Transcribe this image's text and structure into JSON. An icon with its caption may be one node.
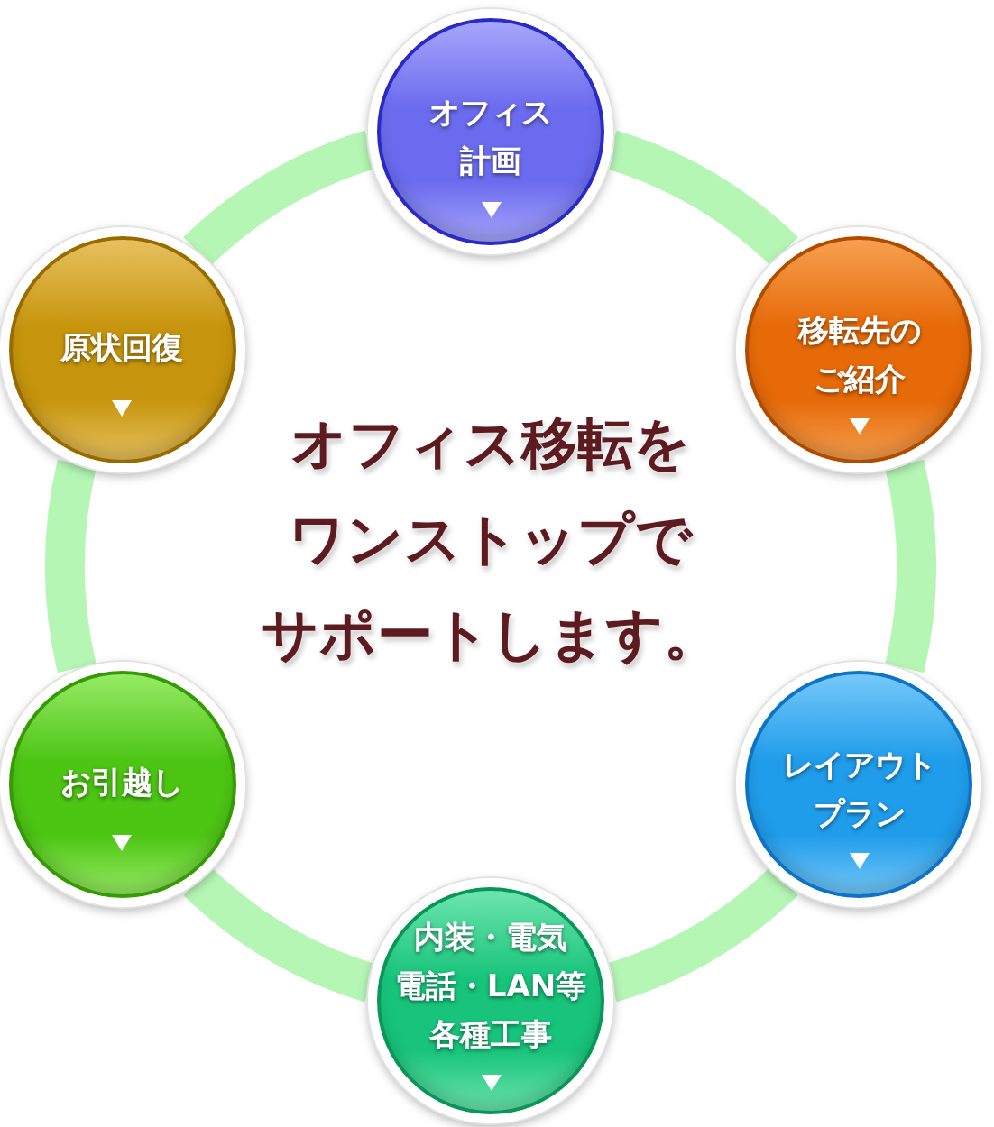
{
  "diagram": {
    "title": "オフィス移転をワンストップでサポートします。",
    "nodes": [
      {
        "text": [
          "オフィス計画"
        ]
      },
      {
        "text": [
          "移転先のご紹介"
        ]
      },
      {
        "text": [
          "レイアウトプラン"
        ]
      },
      {
        "text": [
          "内装・電気電話・LAN等各種工事"
        ]
      },
      {
        "text": [
          "お引越し"
        ]
      },
      {
        "text": [
          "原状回復"
        ]
      }
    ],
    "edges": [
      {
        "from": 0,
        "to": 1,
        "arrow": "none"
      },
      {
        "from": 1,
        "to": 2,
        "arrow": "none"
      },
      {
        "from": 2,
        "to": 3,
        "arrow": "none"
      },
      {
        "from": 3,
        "to": 4,
        "arrow": "none"
      },
      {
        "from": 4,
        "to": 5,
        "arrow": "none"
      },
      {
        "from": 5,
        "to": 0,
        "arrow": "none"
      }
    ]
  }
}
